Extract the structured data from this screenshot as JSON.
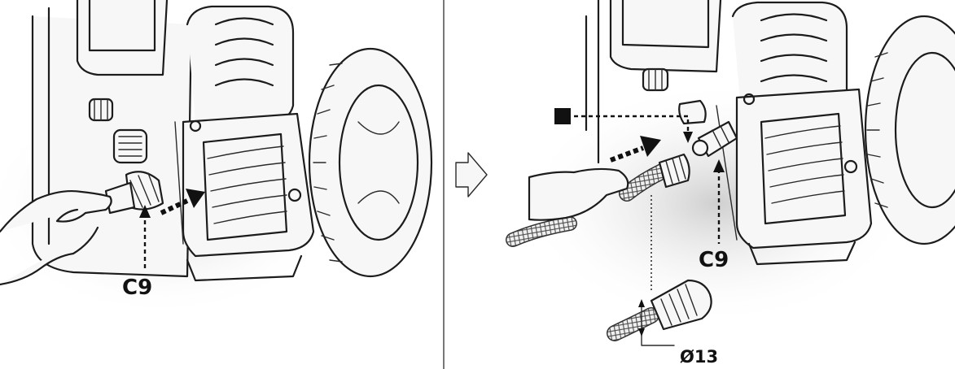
{
  "panels": [
    {
      "id": "left",
      "callouts": {
        "fitting": "C9"
      }
    },
    {
      "id": "right",
      "callouts": {
        "fitting": "C9",
        "diameter": "Ø13"
      }
    }
  ],
  "colors": {
    "ink": "#111111",
    "background": "#ffffff",
    "divider": "#777777"
  },
  "icons": {
    "next_step": "arrow-right-icon",
    "push": "push-arrow-icon",
    "legend_marker": "black-square-icon"
  }
}
